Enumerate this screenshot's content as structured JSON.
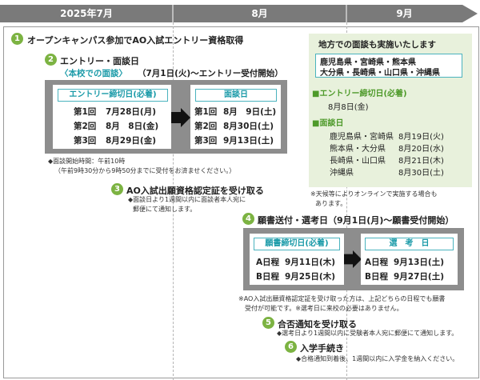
{
  "timeline": {
    "months": [
      "2025年7月",
      "8月",
      "9月"
    ],
    "colors": {
      "arrow": "#7a7a7a",
      "accent_green": "#7cb342",
      "teal": "#1a9aa8"
    }
  },
  "steps": [
    {
      "number": "1",
      "title": "オープンキャンパス参加でAO入試エントリー資格取得"
    },
    {
      "number": "2",
      "title": "エントリー・面談日",
      "subtitle": "〈本校での面談〉",
      "period": "（7月1日(火)〜エントリー受付開始）",
      "entry_box": {
        "header": "エントリー締切日(必着)",
        "rows": [
          {
            "label": "第1回",
            "date": "7月28日(月)"
          },
          {
            "label": "第2回",
            "date": "8月　8日(金)"
          },
          {
            "label": "第3回",
            "date": "8月29日(金)"
          }
        ]
      },
      "interview_box": {
        "header": "面談日",
        "rows": [
          {
            "label": "第1回",
            "date": "8月　9日(土)"
          },
          {
            "label": "第2回",
            "date": "8月30日(土)"
          },
          {
            "label": "第3回",
            "date": "9月13日(土)"
          }
        ]
      },
      "note_line1": "◆面談開始時間：午前10時",
      "note_line2": "（午前9時30分から9時50分までに受付をお済ませください。）"
    },
    {
      "number": "3",
      "title": "AO入試出願資格認定証を受け取る",
      "note_line1": "◆面談日より1週間以内に面談者本人宛に",
      "note_line2": "郵便にて通知します。"
    },
    {
      "number": "4",
      "title": "願書送付・選考日（9月1日(月)〜願書受付開始）",
      "deadline_box": {
        "header": "願書締切日(必着)",
        "rows": [
          {
            "label": "A日程",
            "date": "9月11日(木)"
          },
          {
            "label": "B日程",
            "date": "9月25日(木)"
          }
        ]
      },
      "exam_box": {
        "header": "選　考　日",
        "rows": [
          {
            "label": "A日程",
            "date": "9月13日(土)"
          },
          {
            "label": "B日程",
            "date": "9月27日(土)"
          }
        ]
      },
      "note_line1": "※AO入試出願資格認定証を受け取った方は、上記どちらの日程でも願書",
      "note_line2": "受付が可能です。※選考日に来校の必要はありません。"
    },
    {
      "number": "5",
      "title": "合否通知を受け取る",
      "note": "◆選考日より1週間以内に受験者本人宛に郵便にて通知します。"
    },
    {
      "number": "6",
      "title": "入学手続き",
      "note": "◆合格通知到着後、1週間以内に入学金を納入ください。"
    }
  ],
  "regional": {
    "title": "地方での面談も実施いたします",
    "prefectures_line1": "鹿児島県・宮崎県・熊本県",
    "prefectures_line2": "大分県・長崎県・山口県・沖縄県",
    "entry_deadline_label": "■エントリー締切日(必着)",
    "entry_deadline_date": "8月8日(金)",
    "interview_label": "■面談日",
    "interviews": [
      {
        "area": "鹿児島県・宮崎県",
        "date": "8月19日(火)"
      },
      {
        "area": "熊本県・大分県",
        "date": "8月20日(水)"
      },
      {
        "area": "長崎県・山口県",
        "date": "8月21日(木)"
      },
      {
        "area": "沖縄県",
        "date": "8月30日(土)"
      }
    ],
    "note_line1": "※天候等によりオンラインで実施する場合も",
    "note_line2": "あります。"
  }
}
